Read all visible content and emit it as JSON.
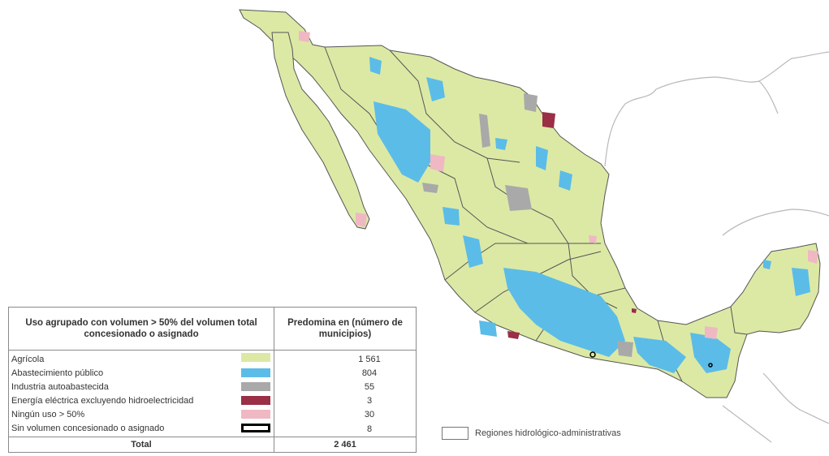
{
  "legend": {
    "header_use": "Uso agrupado con volumen > 50% del volumen total concesionado o asignado",
    "header_count": "Predomina en (número de municipios)",
    "rows": [
      {
        "label": "Agrícola",
        "count": "1 561",
        "color": "#dce9a5"
      },
      {
        "label": "Abastecimiento público",
        "count": "804",
        "color": "#5bbce8"
      },
      {
        "label": "Industria autoabastecida",
        "count": "55",
        "color": "#a9a9a9"
      },
      {
        "label": "Energía eléctrica excluyendo hidroelectricidad",
        "count": "3",
        "color": "#9b2f45"
      },
      {
        "label": "Ningún uso > 50%",
        "count": "30",
        "color": "#efb8c3"
      },
      {
        "label": "Sin volumen concesionado o asignado",
        "count": "8",
        "color": "#ffffff"
      }
    ],
    "total_label": "Total",
    "total_count": "2 461"
  },
  "regions_legend": {
    "label": "Regiones hidrológico-administrativas"
  },
  "colors": {
    "land": "#dce9a5",
    "public": "#5bbce8",
    "industry": "#a9a9a9",
    "energy": "#9b2f45",
    "none": "#efb8c3",
    "border": "#555555",
    "neighbor_outline": "#b8b8b8"
  }
}
